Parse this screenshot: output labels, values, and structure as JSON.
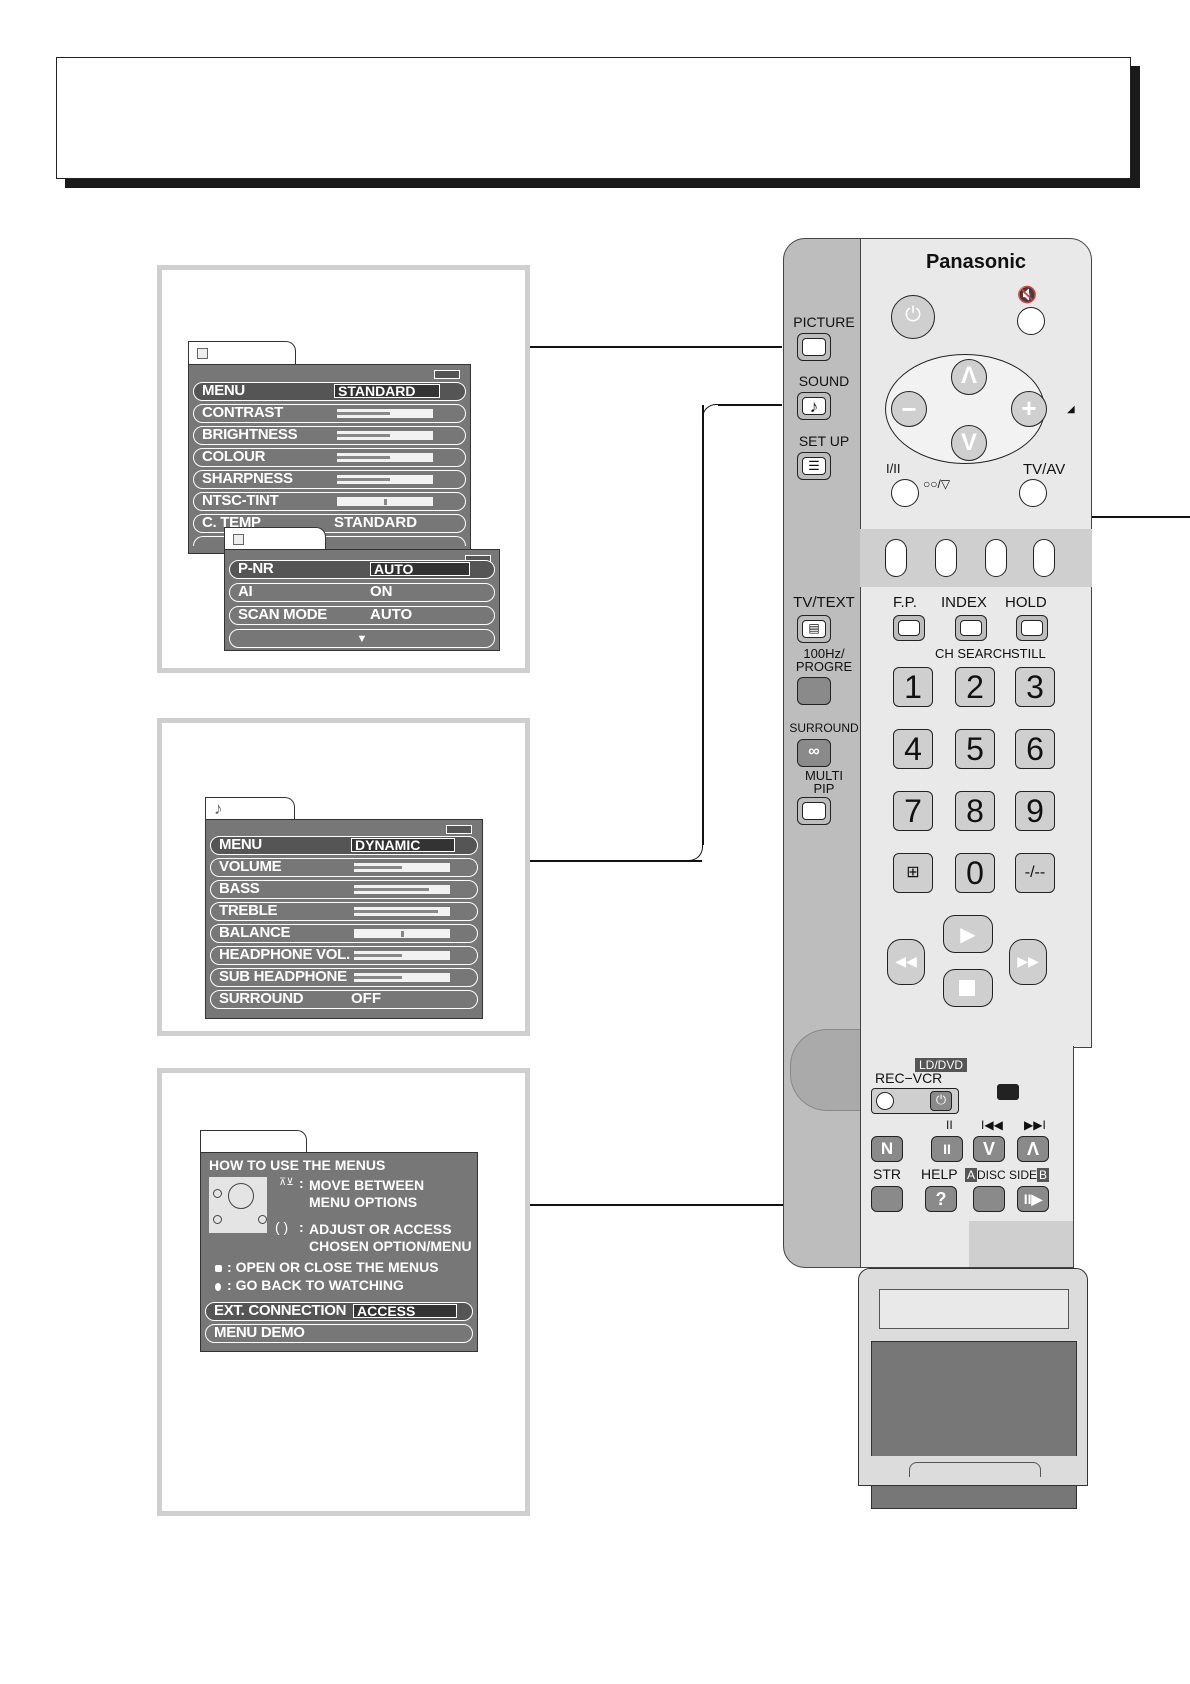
{
  "picture_menu": {
    "rows": [
      {
        "label": "MENU",
        "value": "STANDARD"
      },
      {
        "label": "CONTRAST",
        "level": 0.55
      },
      {
        "label": "BRIGHTNESS",
        "level": 0.55
      },
      {
        "label": "COLOUR",
        "level": 0.55
      },
      {
        "label": "SHARPNESS",
        "level": 0.55
      },
      {
        "label": "NTSC-TINT",
        "level": 0.5
      },
      {
        "label": "C. TEMP",
        "value": "STANDARD"
      }
    ],
    "sub_rows": [
      {
        "label": "P-NR",
        "value": "AUTO"
      },
      {
        "label": "AI",
        "value": "ON"
      },
      {
        "label": "SCAN  MODE",
        "value": "AUTO"
      }
    ],
    "more_arrow": "▼"
  },
  "sound_menu": {
    "tab_icon": "♪",
    "rows": [
      {
        "label": "MENU",
        "value": "DYNAMIC"
      },
      {
        "label": "VOLUME",
        "level": 0.5
      },
      {
        "label": "BASS",
        "level": 0.78
      },
      {
        "label": "TREBLE",
        "level": 0.88
      },
      {
        "label": "BALANCE",
        "level": 0.5
      },
      {
        "label": "HEADPHONE  VOL.",
        "level": 0.5
      },
      {
        "label": "SUB  HEADPHONE",
        "level": 0.5
      },
      {
        "label": "SURROUND",
        "value": "OFF"
      }
    ]
  },
  "help_menu": {
    "title": "HOW  TO  USE  THE  MENUS",
    "move_line1": "MOVE  BETWEEN",
    "move_line2": "MENU  OPTIONS",
    "adjust_line1": "ADJUST OR ACCESS",
    "adjust_line2": "CHOSEN OPTION/MENU",
    "open_close": "OPEN  OR  CLOSE  THE  MENUS",
    "go_back": "GO  BACK  TO  WATCHING",
    "colon": ":",
    "row1_label": "EXT. CONNECTION",
    "row1_value": "ACCESS",
    "row2_label": "MENU  DEMO"
  },
  "remote": {
    "brand": "Panasonic",
    "picture": "PICTURE",
    "sound": "SOUND",
    "setup": "SET UP",
    "mute_icon": "🔇",
    "plus": "+",
    "minus": "−",
    "up": "Λ",
    "down": "V",
    "dual": "I/II",
    "ch_down": "○○/▽",
    "tvav": "TV/AV",
    "tvtext": "TV/TEXT",
    "hz": "100Hz/",
    "progre": "PROGRE",
    "surround": "SURROUND",
    "multi": "MULTI",
    "pip": "PIP",
    "fp": "F.P.",
    "index": "INDEX",
    "hold": "HOLD",
    "ch_search": "CH SEARCH",
    "still": "STILL",
    "digits": [
      "1",
      "2",
      "3",
      "4",
      "5",
      "6",
      "7",
      "8",
      "9",
      "0"
    ],
    "dash": "-/--",
    "ld_dvd": "LD/DVD",
    "rec_vcr": "REC−VCR",
    "n": "N",
    "str": "STR",
    "help": "HELP",
    "help_q": "?",
    "disc_side": "DISC SIDE",
    "a": "A",
    "b": "B",
    "pause": "II",
    "prev": "I◀◀",
    "next": "▶▶I"
  }
}
